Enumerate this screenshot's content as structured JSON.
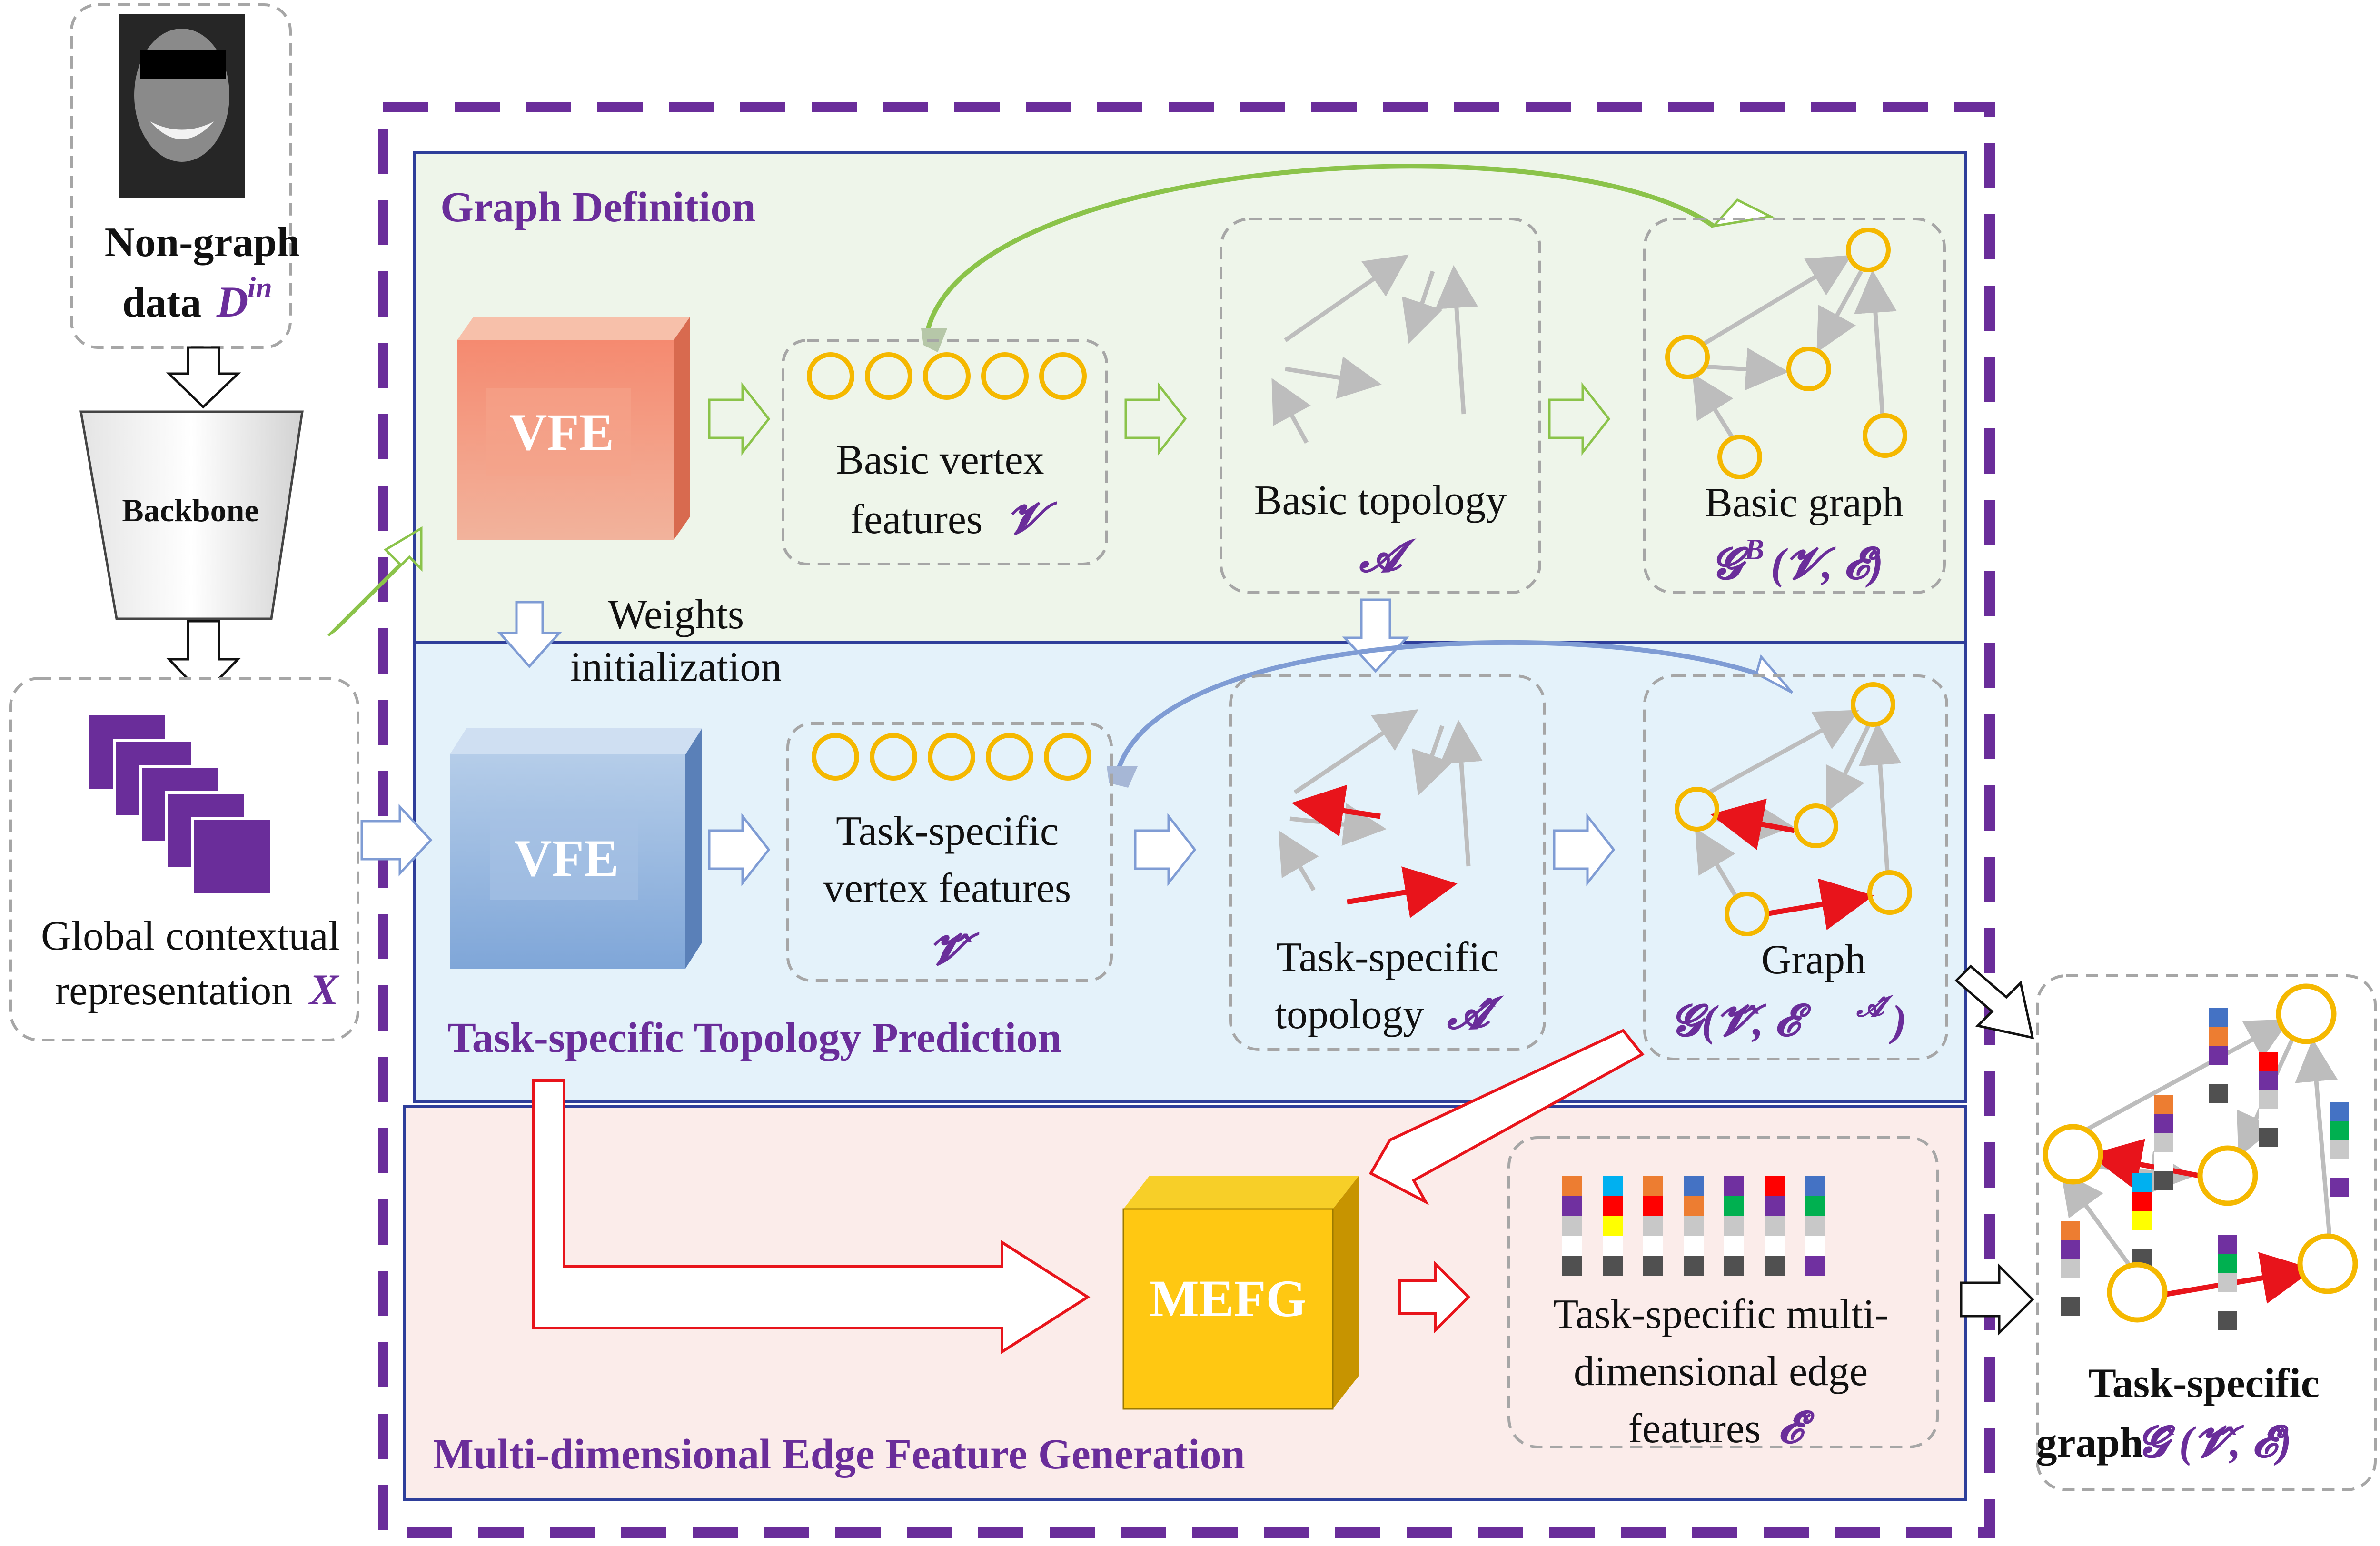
{
  "sections": {
    "graph_definition": "Graph Definition",
    "topology_prediction": "Task-specific Topology Prediction",
    "edge_generation": "Multi-dimensional Edge Feature Generation"
  },
  "input": {
    "line1": "Non-graph",
    "line2": "data",
    "math_base": "D",
    "math_sup": "in"
  },
  "backbone_label": "Backbone",
  "global_rep": {
    "line1": "Global contextual",
    "line2": "representation",
    "math": "X"
  },
  "weights_init": {
    "line1": "Weights",
    "line2": "initialization"
  },
  "vfe_label": "VFE",
  "mefg_label": "MEFG",
  "basic_vertex": {
    "line1": "Basic vertex",
    "line2": "features",
    "math": "𝓥"
  },
  "basic_topology": {
    "line1": "Basic topology",
    "math": "𝓐"
  },
  "basic_graph": {
    "line1": "Basic graph",
    "math_g": "𝓖",
    "math_sup": "B",
    "math_args": "(𝓥, 𝓔)"
  },
  "ts_vertex": {
    "line1": "Task-specific",
    "line2": "vertex features",
    "math": "𝓥̂"
  },
  "ts_topology": {
    "line1": "Task-specific",
    "line2": "topology",
    "math": "𝓐̂"
  },
  "graph": {
    "line1": "Graph",
    "math": "𝓖(𝓥̂, 𝓔",
    "math_sup": "𝓐̂",
    "math_close": ")"
  },
  "edge_features": {
    "line1": "Task-specific multi-",
    "line2": "dimensional edge",
    "line3": "features",
    "math": "𝓔̂"
  },
  "output": {
    "line1": "Task-specific",
    "line2": "graph",
    "math": "𝓖̂ (𝓥̂, 𝓔̂)"
  },
  "colors": {
    "purple": "#6a2d9a",
    "section1_bg": "#eef5ea",
    "section2_bg": "#e4f2fa",
    "section3_bg": "#fbecea",
    "section_border": "#2e3e9a",
    "vertex": "#f5b800",
    "red_edge": "#e8141b",
    "gray_edge": "#bdbdbd",
    "green_arrow": "#8bc34a",
    "blue_arrow": "#7f9cd4"
  }
}
